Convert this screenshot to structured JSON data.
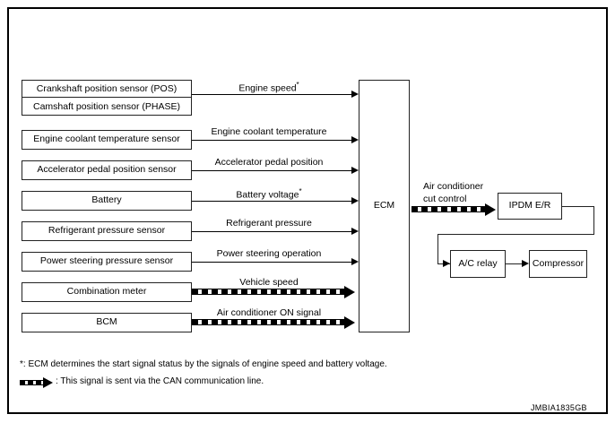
{
  "figure": {
    "id": "JMBIA1835GB",
    "ecm_label": "ECM"
  },
  "inputs": [
    {
      "name": "crankshaft-camshaft-position-sensor",
      "stacked": true,
      "lines": [
        "Crankshaft position sensor (POS)",
        "Camshaft position sensor (PHASE)"
      ],
      "signal": "Engine speed",
      "asterisk": "*",
      "can": false
    },
    {
      "name": "engine-coolant-temperature-sensor",
      "stacked": false,
      "label": "Engine coolant temperature sensor",
      "signal": "Engine coolant temperature",
      "asterisk": "",
      "can": false
    },
    {
      "name": "accelerator-pedal-position-sensor",
      "stacked": false,
      "label": "Accelerator pedal position sensor",
      "signal": "Accelerator pedal position",
      "asterisk": "",
      "can": false
    },
    {
      "name": "battery",
      "stacked": false,
      "label": "Battery",
      "signal": "Battery voltage",
      "asterisk": "*",
      "can": false
    },
    {
      "name": "refrigerant-pressure-sensor",
      "stacked": false,
      "label": "Refrigerant pressure sensor",
      "signal": "Refrigerant pressure",
      "asterisk": "",
      "can": false
    },
    {
      "name": "power-steering-pressure-sensor",
      "stacked": false,
      "label": "Power steering pressure sensor",
      "signal": "Power steering operation",
      "asterisk": "",
      "can": false
    },
    {
      "name": "combination-meter",
      "stacked": false,
      "label": "Combination meter",
      "signal": "Vehicle speed",
      "asterisk": "",
      "can": true
    },
    {
      "name": "bcm",
      "stacked": false,
      "label": "BCM",
      "signal": "Air conditioner ON signal",
      "asterisk": "",
      "can": true
    }
  ],
  "outputs": {
    "cut_control_label_line1": "Air conditioner",
    "cut_control_label_line2": "cut control",
    "ipdm": "IPDM E/R",
    "relay": "A/C relay",
    "compressor": "Compressor"
  },
  "legend": {
    "asterisk_note": "*: ECM determines the start signal status by the signals of engine speed and battery voltage.",
    "can_note": ": This signal is sent via the CAN communication line."
  }
}
